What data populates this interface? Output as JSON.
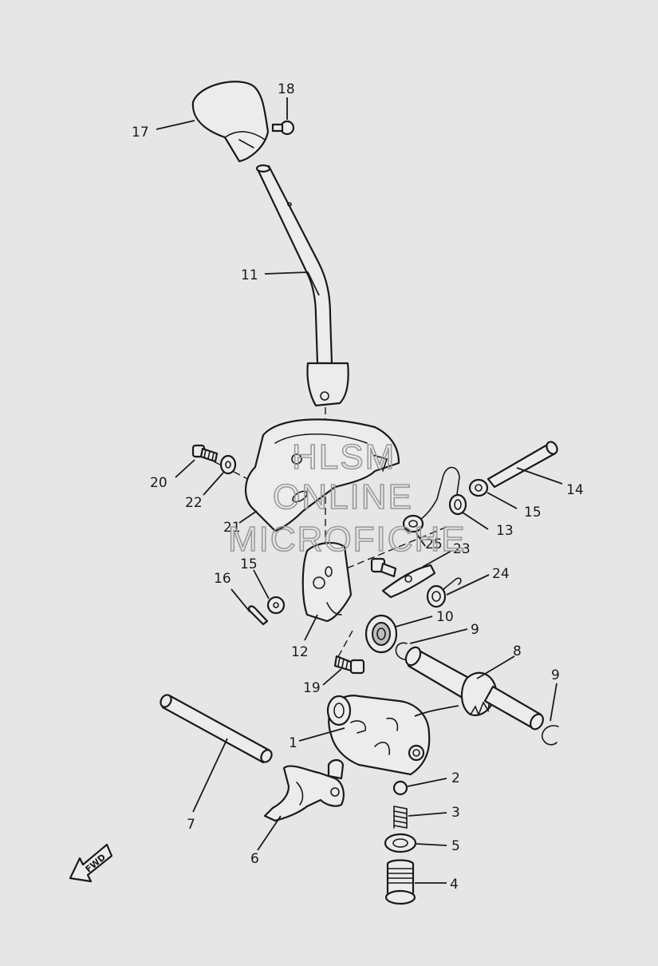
{
  "watermark": {
    "line1": "HLSM",
    "line2": "ONLINE",
    "line3": "MICROFICHE"
  },
  "direction_label": "FWD",
  "callouts": {
    "c1": "1",
    "c2": "2",
    "c3": "3",
    "c4": "4",
    "c5": "5",
    "c6": "6",
    "c7": "7",
    "c8": "8",
    "c9a": "9",
    "c9b": "9",
    "c10": "10",
    "c11": "11",
    "c12": "12",
    "c13": "13",
    "c14": "14",
    "c15a": "15",
    "c15b": "15",
    "c16": "16",
    "c17": "17",
    "c18": "18",
    "c19": "19",
    "c20": "20",
    "c21": "21",
    "c22": "22",
    "c23": "23",
    "c24": "24",
    "c25": "25"
  }
}
